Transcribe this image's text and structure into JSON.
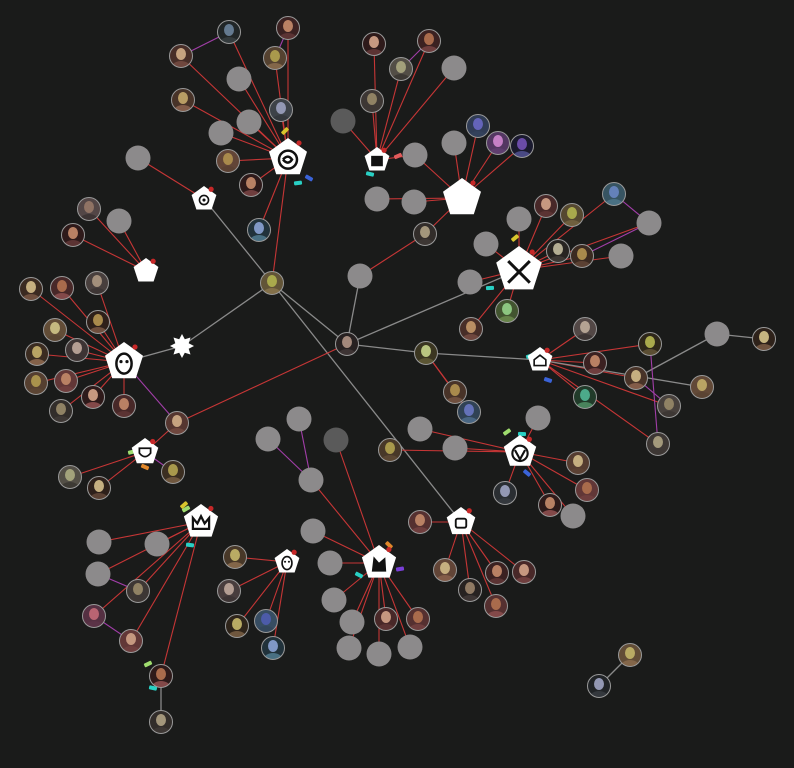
{
  "graph": {
    "colors": {
      "background": "#1a1b1a",
      "edge_affiliation": "#c63636",
      "edge_relationship": "#a13ea8",
      "edge_link": "#8a8a8a",
      "node_empty": "#8c8a8b",
      "node_empty_dark": "#5a5a5a",
      "faction_fill": "#ffffff",
      "faction_stroke": "#111111",
      "pin_marker": "#c62828",
      "tag_colors": [
        "#9fdc6e",
        "#3a63d8",
        "#d8c52c",
        "#29d0c4",
        "#7a3fd8",
        "#e0872a",
        "#e25b5b"
      ]
    },
    "node_types": [
      "faction-emblem",
      "character-portrait",
      "empty-placeholder"
    ],
    "edge_types": [
      "affiliation",
      "relationship",
      "link"
    ]
  }
}
